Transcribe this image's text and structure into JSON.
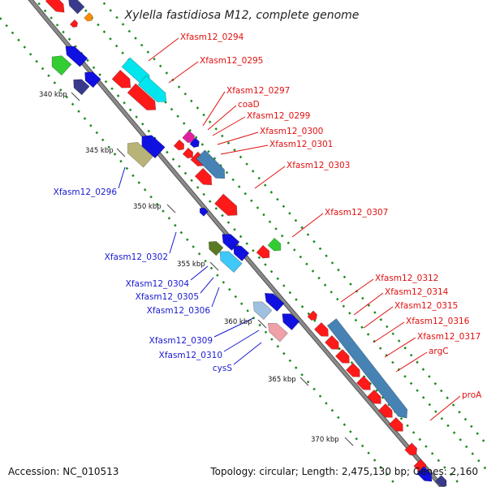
{
  "title": "Xylella fastidiosa M12, complete genome",
  "footer": {
    "accession": "Accession: NC_010513",
    "topology": "Topology: circular; Length: 2,475,130 bp; Genes: 2,160"
  },
  "ticks": [
    "340 kbp",
    "345 kbp",
    "350 kbp",
    "355 kbp",
    "360 kbp",
    "365 kbp",
    "370 kbp"
  ],
  "forward_genes": [
    "Xfasm12_0294",
    "Xfasm12_0295",
    "Xfasm12_0297",
    "coaD",
    "Xfasm12_0299",
    "Xfasm12_0300",
    "Xfasm12_0301",
    "Xfasm12_0303",
    "Xfasm12_0307",
    "Xfasm12_0312",
    "Xfasm12_0314",
    "Xfasm12_0315",
    "Xfasm12_0316",
    "Xfasm12_0317",
    "argC",
    "proA"
  ],
  "reverse_genes": [
    "Xfasm12_0296",
    "Xfasm12_0302",
    "Xfasm12_0304",
    "Xfasm12_0305",
    "Xfasm12_0306",
    "Xfasm12_0309",
    "Xfasm12_0310",
    "cysS"
  ],
  "colors": {
    "forward_label": "#e01010",
    "reverse_label": "#1a1ad0",
    "backbone": "#8a8a8a",
    "cds_forward": "#ff1a1a",
    "cds_reverse": "#1010e0",
    "rna_cyan": "#00e5ee",
    "steel": "#4682b4",
    "green": "#33cc33",
    "olive": "#b8b478",
    "navy": "#3a3a8c",
    "dots": "#1a8a1a"
  }
}
